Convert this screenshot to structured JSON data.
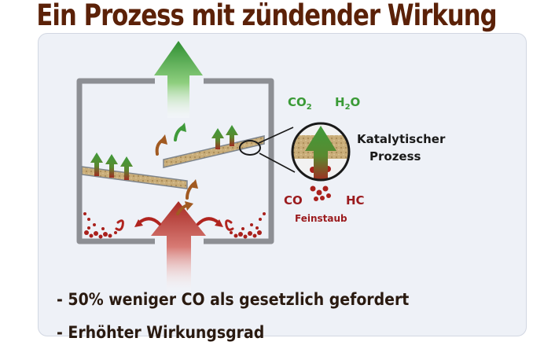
{
  "title": "Ein Prozess mit zündender Wirkung",
  "labels": {
    "co2": "CO",
    "co2_sub": "2",
    "h2o_h": "H",
    "h2o_sub": "2",
    "h2o_o": "O",
    "catalytic_line1": "Katalytischer",
    "catalytic_line2": "Prozess",
    "co": "CO",
    "hc": "HC",
    "fine_dust": "Feinstaub"
  },
  "bullets": [
    "- 50% weniger CO als gesetzlich gefordert",
    "- Erhöhter Wirkungsgrad"
  ],
  "colors": {
    "title": "#5b2108",
    "green": "#3f9a3a",
    "dark_red": "#9b1b1e",
    "brown_arrow": "#a15a22",
    "plate": "#c8ae7a",
    "panel": "#eef1f7"
  },
  "icons": [
    "green-up-arrow",
    "red-up-arrow",
    "curved-red-arrow",
    "curved-brown-arrow",
    "magnifier-circle"
  ]
}
